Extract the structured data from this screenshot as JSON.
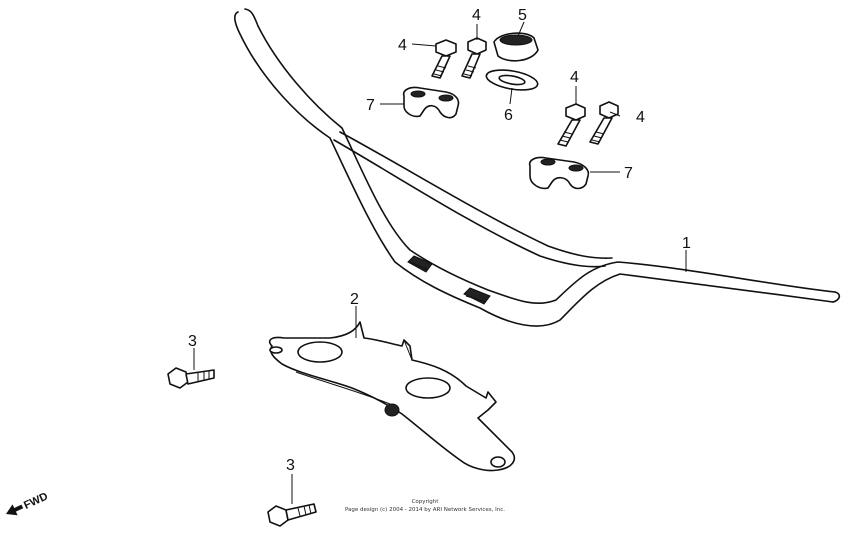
{
  "diagram": {
    "callouts": [
      {
        "id": "c1",
        "label": "1"
      },
      {
        "id": "c2",
        "label": "2"
      },
      {
        "id": "c3a",
        "label": "3"
      },
      {
        "id": "c3b",
        "label": "3"
      },
      {
        "id": "c4a",
        "label": "4"
      },
      {
        "id": "c4b",
        "label": "4"
      },
      {
        "id": "c4c",
        "label": "4"
      },
      {
        "id": "c4d",
        "label": "4"
      },
      {
        "id": "c5",
        "label": "5"
      },
      {
        "id": "c6",
        "label": "6"
      },
      {
        "id": "c7a",
        "label": "7"
      },
      {
        "id": "c7b",
        "label": "7"
      }
    ],
    "direction_label": "FWD",
    "copyright_line1": "Copyright",
    "copyright_line2": "Page design (c) 2004 - 2014 by ARI Network Services, Inc."
  }
}
